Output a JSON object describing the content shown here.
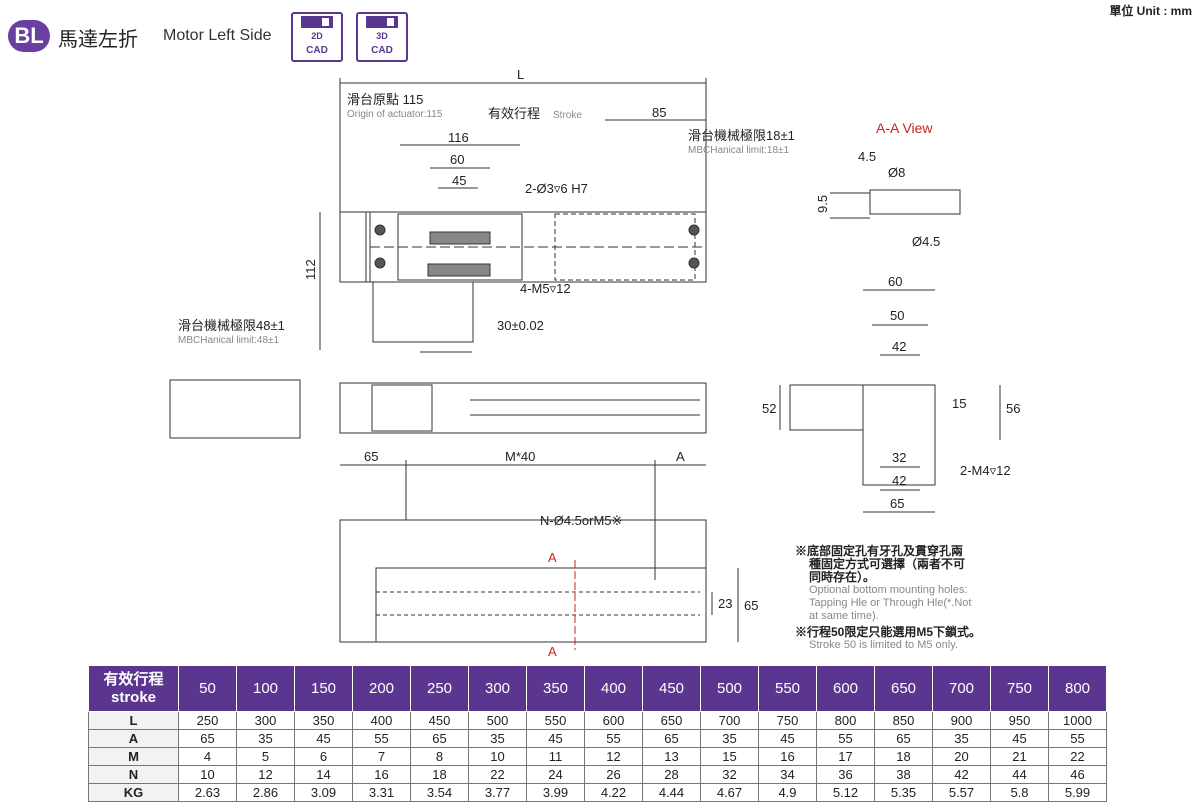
{
  "header": {
    "badge": "BL",
    "title_cn": "馬達左折",
    "title_en": "Motor Left Side",
    "cad_2d_top": "2D",
    "cad_2d_bottom": "CAD",
    "cad_3d_top": "3D",
    "cad_3d_bottom": "CAD",
    "unit": "單位 Unit : mm"
  },
  "drawing": {
    "dim_L": "L",
    "origin_cn": "滑台原點 115",
    "origin_en": "Origin of actuator:115",
    "stroke_cn": "有效行程",
    "stroke_en": "Stroke",
    "dim_85": "85",
    "dim_116": "116",
    "dim_60_top": "60",
    "dim_45": "45",
    "hole_2_03": "2-Ø3▿6 H7",
    "mech_limit_18_cn": "滑台機械極限18±1",
    "mech_limit_18_en": "MBCHanical limit:18±1",
    "dim_112": "112",
    "m5_12": "4-M5▿12",
    "dim_30": "30±0.02",
    "mech_limit_48_cn": "滑台機械極限48±1",
    "mech_limit_48_en": "MBCHanical limit:48±1",
    "aa_view": "A-A View",
    "dim_4_5": "4.5",
    "dim_o8": "Ø8",
    "dim_9_5": "9.5",
    "dim_o4_5": "Ø4.5",
    "end_60": "60",
    "end_50": "50",
    "end_42_top": "42",
    "end_52": "52",
    "end_15": "15",
    "end_56": "56",
    "end_32": "32",
    "end_42_bot": "42",
    "end_65": "65",
    "m4_12": "2-M4▿12",
    "bot_65": "65",
    "bot_m40": "M*40",
    "bot_A": "A",
    "n_holes": "N-Ø4.5orM5※",
    "sec_a_top": "A",
    "sec_a_bot": "A",
    "bot_23": "23",
    "bot_65_side": "65"
  },
  "notes": {
    "note1_cn_1": "※底部固定孔有牙孔及貫穿孔兩",
    "note1_cn_2": "種固定方式可選擇（兩者不可",
    "note1_cn_3": "同時存在）。",
    "note1_en_1": "Optional bottom mounting holes:",
    "note1_en_2": "Tapping Hle or Through Hle(*.Not",
    "note1_en_3": "at same time).",
    "note2_cn": "※行程50限定只能選用M5下鎖式。",
    "note2_en": "Stroke 50 is limited to M5 only."
  },
  "table": {
    "head_cn": "有效行程",
    "head_en": "stroke",
    "strokes": [
      "50",
      "100",
      "150",
      "200",
      "250",
      "300",
      "350",
      "400",
      "450",
      "500",
      "550",
      "600",
      "650",
      "700",
      "750",
      "800"
    ],
    "rows": [
      {
        "label": "L",
        "values": [
          "250",
          "300",
          "350",
          "400",
          "450",
          "500",
          "550",
          "600",
          "650",
          "700",
          "750",
          "800",
          "850",
          "900",
          "950",
          "1000"
        ]
      },
      {
        "label": "A",
        "values": [
          "65",
          "35",
          "45",
          "55",
          "65",
          "35",
          "45",
          "55",
          "65",
          "35",
          "45",
          "55",
          "65",
          "35",
          "45",
          "55"
        ]
      },
      {
        "label": "M",
        "values": [
          "4",
          "5",
          "6",
          "7",
          "8",
          "10",
          "11",
          "12",
          "13",
          "15",
          "16",
          "17",
          "18",
          "20",
          "21",
          "22"
        ]
      },
      {
        "label": "N",
        "values": [
          "10",
          "12",
          "14",
          "16",
          "18",
          "22",
          "24",
          "26",
          "28",
          "32",
          "34",
          "36",
          "38",
          "42",
          "44",
          "46"
        ]
      },
      {
        "label": "KG",
        "values": [
          "2.63",
          "2.86",
          "3.09",
          "3.31",
          "3.54",
          "3.77",
          "3.99",
          "4.22",
          "4.44",
          "4.67",
          "4.9",
          "5.12",
          "5.35",
          "5.57",
          "5.8",
          "5.99"
        ]
      }
    ]
  },
  "colors": {
    "brand_purple": "#5b3690",
    "section_red": "#cc2222",
    "watermark": "#d9d9d9"
  }
}
